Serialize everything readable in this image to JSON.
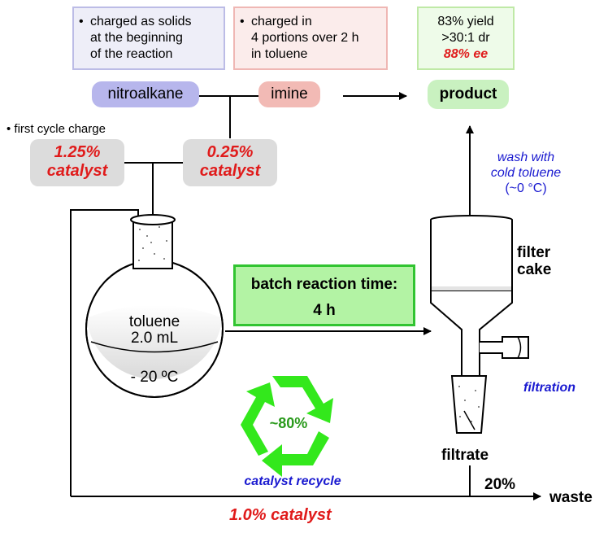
{
  "notes": {
    "solids": [
      "charged as solids",
      "at the beginning",
      "of the reaction"
    ],
    "portions": [
      "charged in",
      "4 portions over 2 h",
      "in toluene"
    ],
    "yield": {
      "line1": "83% yield",
      "line2": ">30:1 dr",
      "line3": "88% ee"
    }
  },
  "reagents": {
    "nitroalkane": "nitroalkane",
    "imine": "imine",
    "product": "product"
  },
  "first_cycle": "• first cycle charge",
  "catalyst_a": {
    "line1": "1.25%",
    "line2": "catalyst"
  },
  "catalyst_b": {
    "line1": "0.25%",
    "line2": "catalyst"
  },
  "wash": {
    "line1": "wash with",
    "line2": "cold toluene",
    "line3": "(~0 °C)"
  },
  "flask": {
    "solvent": "toluene",
    "volume": "2.0 mL",
    "temp": "- 20 ºC"
  },
  "batch": {
    "line1": "batch reaction time:",
    "line2": "4 h"
  },
  "filter_cake": {
    "line1": "filter",
    "line2": "cake"
  },
  "filtration": "filtration",
  "recycle": {
    "percent": "~80%",
    "label": "catalyst recycle"
  },
  "filtrate": "filtrate",
  "waste_percent": "20%",
  "waste": "waste",
  "recycled_catalyst": "1.0% catalyst",
  "colors": {
    "red": "#e01b1b",
    "blue": "#1a1ad0",
    "recycle_green": "#33e81c",
    "batch_green": "#b3f3a4"
  }
}
